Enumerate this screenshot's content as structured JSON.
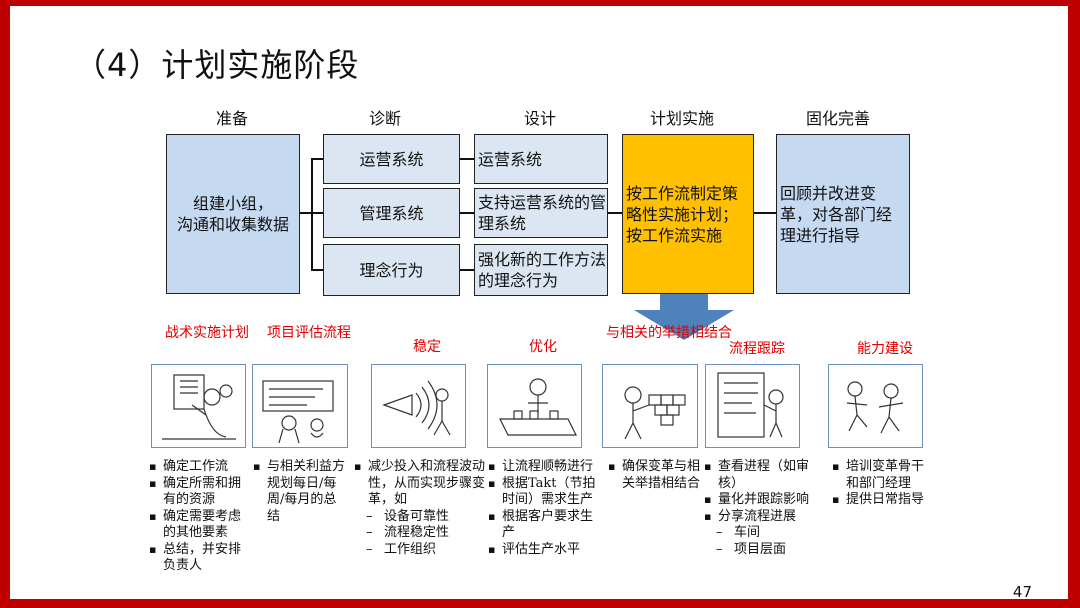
{
  "title": "（4）计划实施阶段",
  "phases": [
    "准备",
    "诊断",
    "设计",
    "计划实施",
    "固化完善"
  ],
  "prep_box": "组建小组，\n沟通和收集数据",
  "diag": [
    "运营系统",
    "管理系统",
    "理念行为"
  ],
  "design": [
    "运营系统",
    "支持运营系统的管理系统",
    "强化新的工作方法的理念行为"
  ],
  "plan_box": "按工作流制定策略性实施计划；按工作流实施",
  "review_box": "回顾并改进变革，对各部门经理进行指导",
  "activities": [
    {
      "label": "战术实施计划",
      "items": [
        "确定工作流",
        "确定所需和拥有的资源",
        "确定需要考虑的其他要素",
        "总结，并安排负责人"
      ]
    },
    {
      "label": "项目评估流程",
      "items": [
        "与相关利益方规划每日/每周/每月的总结"
      ]
    },
    {
      "label": "稳定",
      "items": [
        "减少投入和流程波动性，从而实现步骤变革，如"
      ],
      "subs": [
        "设备可靠性",
        "流程稳定性",
        "工作组织"
      ]
    },
    {
      "label": "优化",
      "items": [
        "让流程顺畅进行",
        "根据Takt（节拍时间）需求生产",
        "根据客户要求生产",
        "评估生产水平"
      ]
    },
    {
      "label": "与相关的举措相结合",
      "items": [
        "确保变革与相关举措相结合"
      ]
    },
    {
      "label": "流程跟踪",
      "items": [
        "查看进程（如审核）",
        "量化并跟踪影响",
        "分享流程进展"
      ],
      "subs": [
        "车间",
        "项目层面"
      ]
    },
    {
      "label": "能力建设",
      "items": [
        "培训变革骨干和部门经理",
        "提供日常指导"
      ]
    }
  ],
  "page_number": "47",
  "colors": {
    "border": "#c00000",
    "prep": "#c5d9f1",
    "design": "#dce6f2",
    "plan": "#ffc000",
    "arrow": "#4f81bd",
    "label": "#e00000"
  },
  "icons": [
    "team-planning-sketch-icon",
    "presentation-board-sketch-icon",
    "stabilizing-flow-sketch-icon",
    "workbench-optimizing-sketch-icon",
    "building-blocks-sketch-icon",
    "tracking-chart-sketch-icon",
    "coaching-runners-sketch-icon"
  ]
}
